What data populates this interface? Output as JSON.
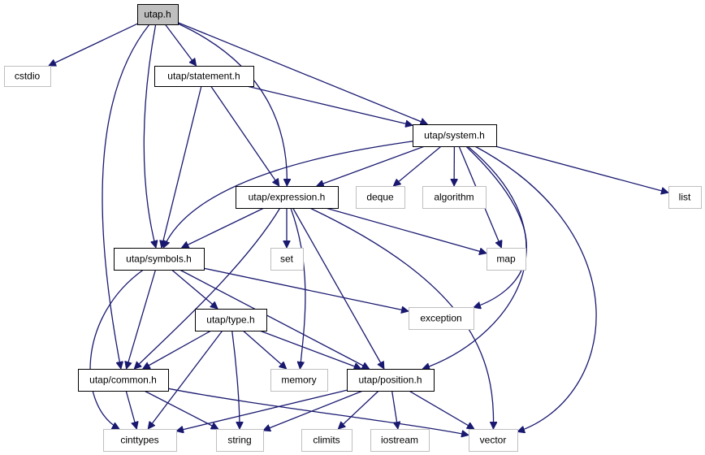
{
  "diagram": {
    "title": "",
    "nodes": [
      {
        "id": "utap_h",
        "label": "utap.h",
        "kind": "current"
      },
      {
        "id": "cstdio",
        "label": "cstdio",
        "kind": "external"
      },
      {
        "id": "statement",
        "label": "utap/statement.h",
        "kind": "header"
      },
      {
        "id": "system",
        "label": "utap/system.h",
        "kind": "header"
      },
      {
        "id": "expression",
        "label": "utap/expression.h",
        "kind": "header"
      },
      {
        "id": "deque",
        "label": "deque",
        "kind": "external"
      },
      {
        "id": "algorithm",
        "label": "algorithm",
        "kind": "external"
      },
      {
        "id": "list",
        "label": "list",
        "kind": "external"
      },
      {
        "id": "symbols",
        "label": "utap/symbols.h",
        "kind": "header"
      },
      {
        "id": "set",
        "label": "set",
        "kind": "external"
      },
      {
        "id": "map",
        "label": "map",
        "kind": "external"
      },
      {
        "id": "type",
        "label": "utap/type.h",
        "kind": "header"
      },
      {
        "id": "exception",
        "label": "exception",
        "kind": "external"
      },
      {
        "id": "common",
        "label": "utap/common.h",
        "kind": "header"
      },
      {
        "id": "memory",
        "label": "memory",
        "kind": "external"
      },
      {
        "id": "position",
        "label": "utap/position.h",
        "kind": "header"
      },
      {
        "id": "cinttypes",
        "label": "cinttypes",
        "kind": "external"
      },
      {
        "id": "string",
        "label": "string",
        "kind": "external"
      },
      {
        "id": "climits",
        "label": "climits",
        "kind": "external"
      },
      {
        "id": "iostream",
        "label": "iostream",
        "kind": "external"
      },
      {
        "id": "vector",
        "label": "vector",
        "kind": "external"
      }
    ],
    "edges": [
      {
        "from": "utap_h",
        "to": "cstdio"
      },
      {
        "from": "utap_h",
        "to": "statement"
      },
      {
        "from": "utap_h",
        "to": "system"
      },
      {
        "from": "utap_h",
        "to": "expression"
      },
      {
        "from": "utap_h",
        "to": "symbols"
      },
      {
        "from": "utap_h",
        "to": "common"
      },
      {
        "from": "statement",
        "to": "system"
      },
      {
        "from": "statement",
        "to": "expression"
      },
      {
        "from": "statement",
        "to": "symbols"
      },
      {
        "from": "system",
        "to": "expression"
      },
      {
        "from": "system",
        "to": "symbols"
      },
      {
        "from": "system",
        "to": "deque"
      },
      {
        "from": "system",
        "to": "algorithm"
      },
      {
        "from": "system",
        "to": "list"
      },
      {
        "from": "system",
        "to": "map"
      },
      {
        "from": "system",
        "to": "exception"
      },
      {
        "from": "system",
        "to": "position"
      },
      {
        "from": "system",
        "to": "vector"
      },
      {
        "from": "expression",
        "to": "symbols"
      },
      {
        "from": "expression",
        "to": "set"
      },
      {
        "from": "expression",
        "to": "map"
      },
      {
        "from": "expression",
        "to": "memory"
      },
      {
        "from": "expression",
        "to": "common"
      },
      {
        "from": "expression",
        "to": "position"
      },
      {
        "from": "expression",
        "to": "vector"
      },
      {
        "from": "symbols",
        "to": "type"
      },
      {
        "from": "symbols",
        "to": "common"
      },
      {
        "from": "symbols",
        "to": "position"
      },
      {
        "from": "symbols",
        "to": "exception"
      },
      {
        "from": "symbols",
        "to": "cinttypes"
      },
      {
        "from": "type",
        "to": "common"
      },
      {
        "from": "type",
        "to": "memory"
      },
      {
        "from": "type",
        "to": "position"
      },
      {
        "from": "type",
        "to": "cinttypes"
      },
      {
        "from": "type",
        "to": "string"
      },
      {
        "from": "common",
        "to": "cinttypes"
      },
      {
        "from": "common",
        "to": "string"
      },
      {
        "from": "common",
        "to": "vector"
      },
      {
        "from": "position",
        "to": "cinttypes"
      },
      {
        "from": "position",
        "to": "string"
      },
      {
        "from": "position",
        "to": "climits"
      },
      {
        "from": "position",
        "to": "iostream"
      },
      {
        "from": "position",
        "to": "vector"
      }
    ],
    "colors": {
      "edge": "#191970",
      "current_fill": "#bfbfbf",
      "header_border": "#000000",
      "external_border": "#bfbfbf",
      "background": "#ffffff"
    }
  }
}
